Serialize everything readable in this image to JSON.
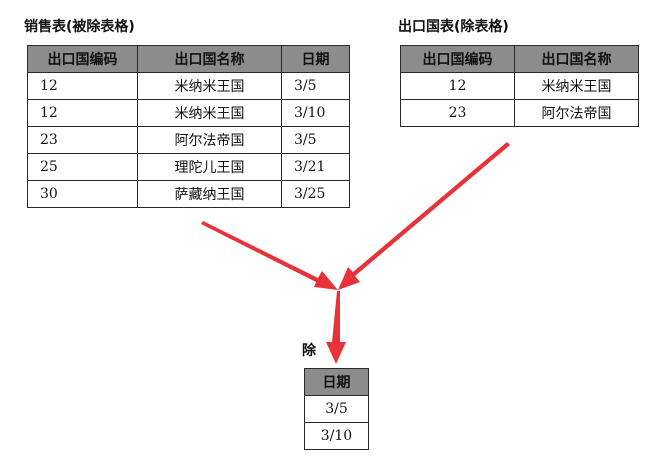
{
  "sales": {
    "caption": "销售表(被除表格)",
    "headers": [
      "出口国编码",
      "出口国名称",
      "日期"
    ],
    "rows": [
      [
        "12",
        "米纳米王国",
        "3/5"
      ],
      [
        "12",
        "米纳米王国",
        "3/10"
      ],
      [
        "23",
        "阿尔法帝国",
        "3/5"
      ],
      [
        "25",
        "理陀儿王国",
        "3/21"
      ],
      [
        "30",
        "萨藏纳王国",
        "3/25"
      ]
    ]
  },
  "export": {
    "caption": "出口国表(除表格)",
    "headers": [
      "出口国编码",
      "出口国名称"
    ],
    "rows": [
      [
        "12",
        "米纳米王国"
      ],
      [
        "23",
        "阿尔法帝国"
      ]
    ]
  },
  "operation": {
    "label": "除"
  },
  "result": {
    "headers": [
      "日期"
    ],
    "rows": [
      [
        "3/5"
      ],
      [
        "3/10"
      ]
    ]
  },
  "colors": {
    "arrow": "#e8323a",
    "header_fill": "#8c8c8c",
    "border": "#2a2a2a"
  }
}
